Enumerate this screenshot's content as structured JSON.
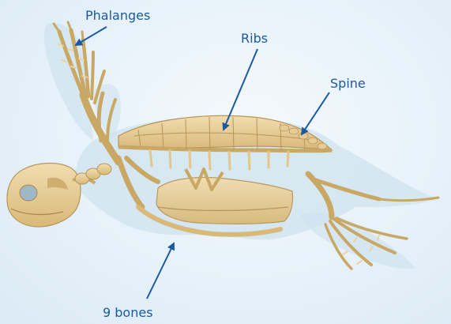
{
  "labels": {
    "phalanges": "Phalanges",
    "ribs": "Ribs",
    "spine": "Spine",
    "bones": "9 bones"
  },
  "colors": {
    "label": "#1b5aa0",
    "arrow": "#1b5aa0",
    "bone": "#e6cc94",
    "bone_shade": "#c9a865",
    "body_translucent": "#cfe3ee",
    "background": "#e9f3fa"
  }
}
